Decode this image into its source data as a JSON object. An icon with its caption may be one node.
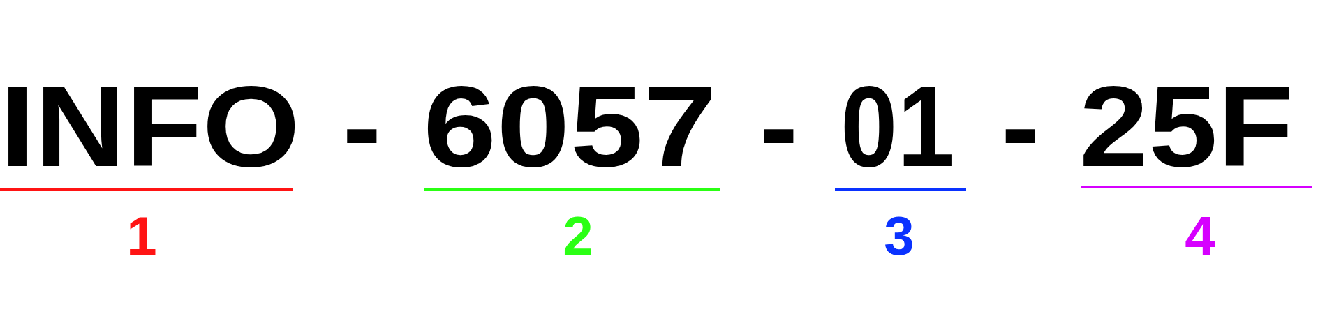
{
  "diagram": {
    "labels": [
      "INFO",
      "-",
      "6057",
      "-",
      "01",
      "-",
      "25F",
      "1",
      "2",
      "3",
      "4"
    ]
  }
}
